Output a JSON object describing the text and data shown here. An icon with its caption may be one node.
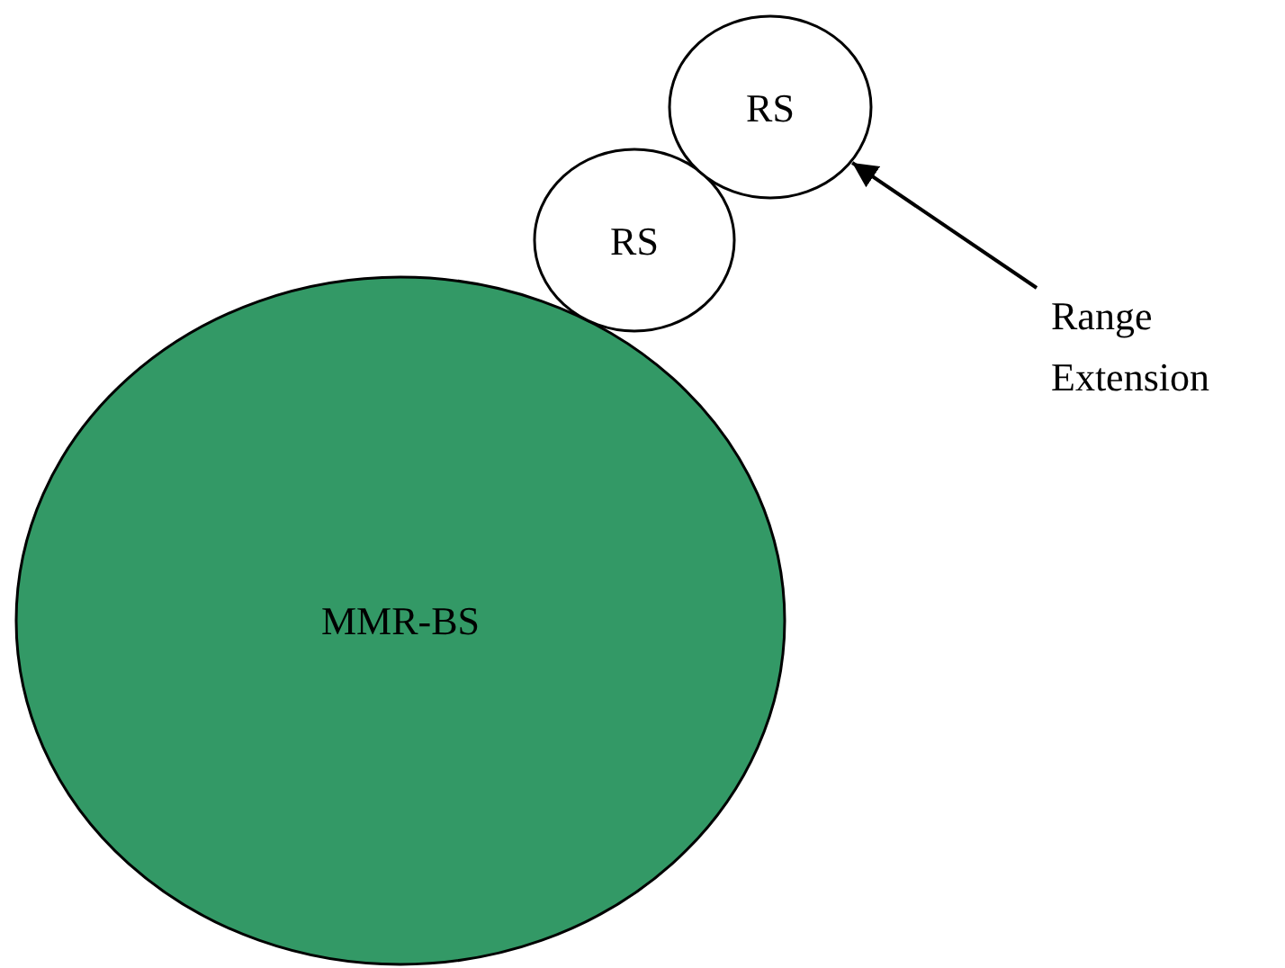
{
  "diagram": {
    "nodes": [
      {
        "text": [
          "MMR-BS"
        ]
      },
      {
        "text": [
          "RS"
        ]
      },
      {
        "text": [
          "RS"
        ]
      },
      {
        "text": [
          "Range Extension"
        ]
      }
    ],
    "edges": [
      {
        "from": 3,
        "to": 2,
        "arrow": "to"
      }
    ]
  }
}
